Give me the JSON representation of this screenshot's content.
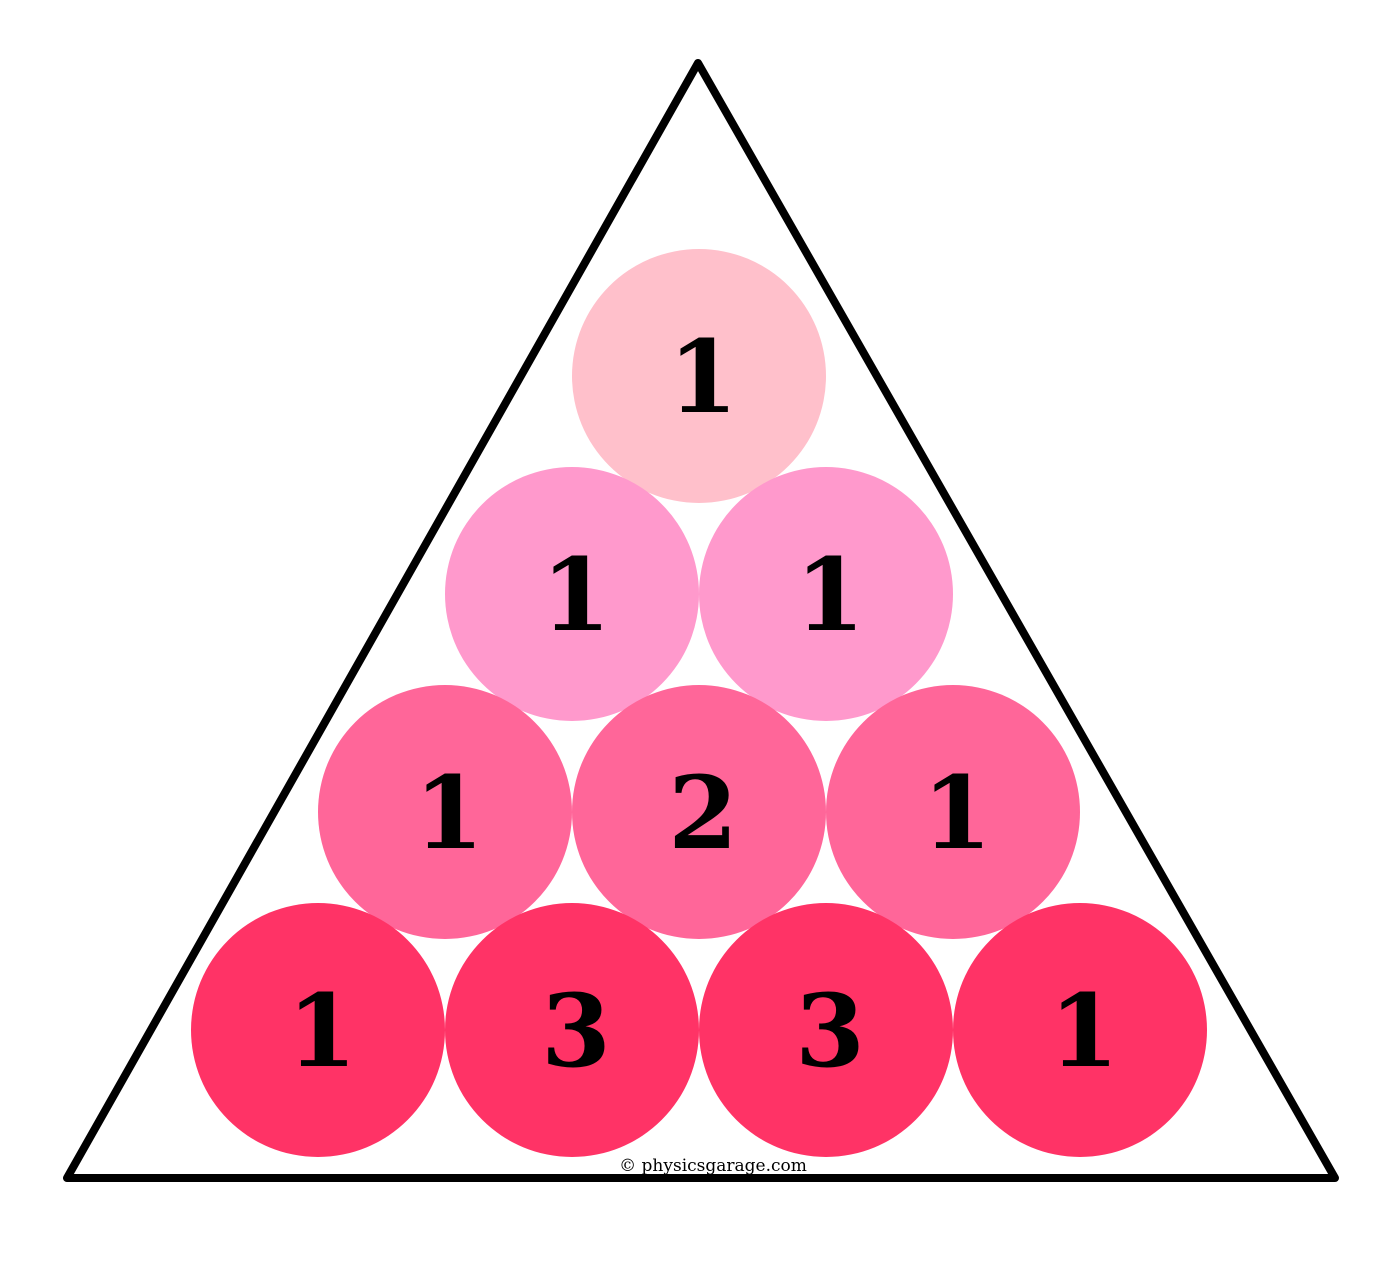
{
  "rows": [
    {
      "color": "#FFC0CB",
      "values": [
        "1"
      ]
    },
    {
      "color": "#FF99CC",
      "values": [
        "1",
        "1"
      ]
    },
    {
      "color": "#FF6699",
      "values": [
        "1",
        "2",
        "1"
      ]
    },
    {
      "color": "#FF3366",
      "values": [
        "1",
        "3",
        "3",
        "1"
      ]
    }
  ],
  "outline_color": "#000000",
  "watermark": "© physicsgarage.com"
}
